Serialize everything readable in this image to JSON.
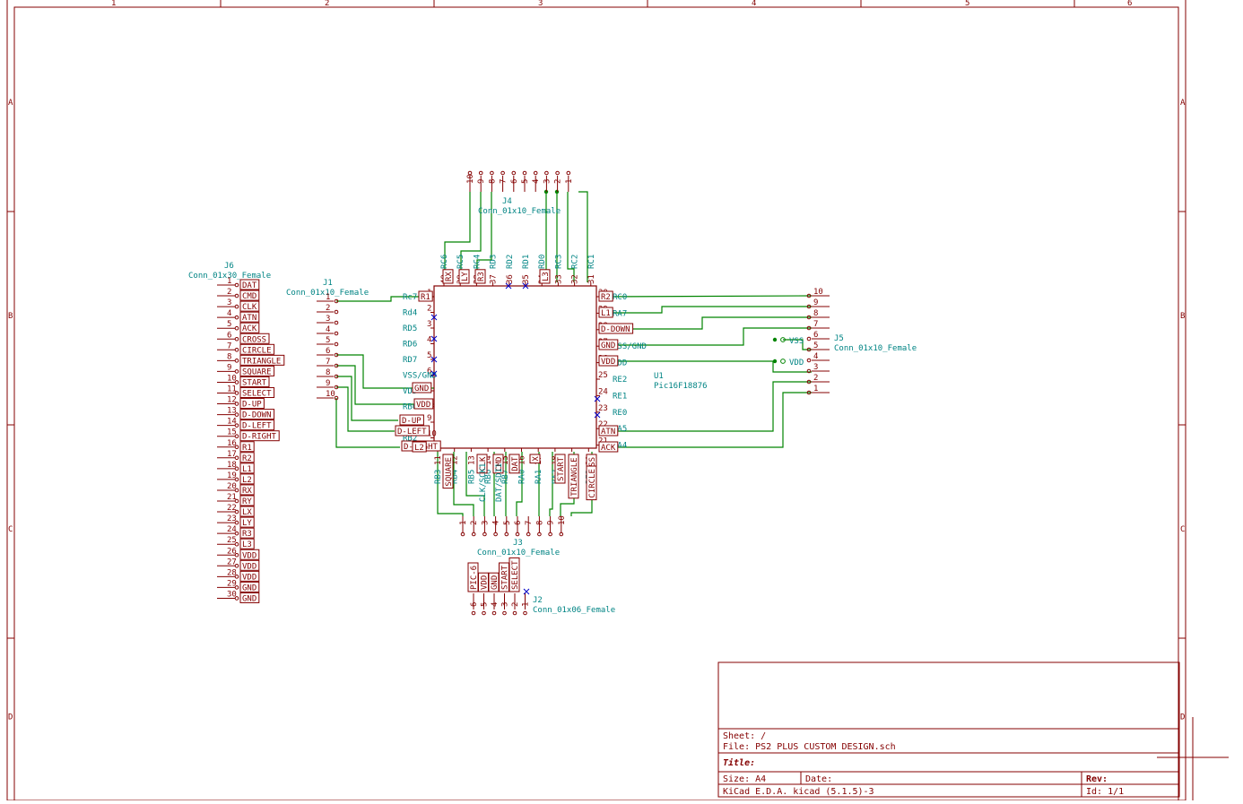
{
  "frame": {
    "col_labels": [
      "1",
      "2",
      "3",
      "4",
      "5",
      "6"
    ],
    "row_labels": [
      "A",
      "B",
      "C",
      "D"
    ]
  },
  "u1": {
    "ref": "U1",
    "value": "Pic16F18876",
    "left_pins": [
      {
        "num": "1",
        "name": "Rc7"
      },
      {
        "num": "2",
        "name": "Rd4"
      },
      {
        "num": "3",
        "name": "RD5"
      },
      {
        "num": "4",
        "name": "RD6"
      },
      {
        "num": "5",
        "name": "RD7"
      },
      {
        "num": "6",
        "name": "VSS/GND"
      },
      {
        "num": "7",
        "name": "VDD"
      },
      {
        "num": "8",
        "name": "RB0"
      },
      {
        "num": "9",
        "name": "RB1"
      },
      {
        "num": "10",
        "name": "RB2"
      }
    ],
    "right_pins": [
      {
        "num": "30",
        "name": "RC0"
      },
      {
        "num": "29",
        "name": "RA7"
      },
      {
        "num": "28",
        "name": "RA6"
      },
      {
        "num": "27",
        "name": "VSS/GND"
      },
      {
        "num": "26",
        "name": "VDD"
      },
      {
        "num": "25",
        "name": "RE2"
      },
      {
        "num": "24",
        "name": "RE1"
      },
      {
        "num": "23",
        "name": "RE0"
      },
      {
        "num": "22",
        "name": "RA5"
      },
      {
        "num": "21",
        "name": "RA4"
      }
    ],
    "top_pins": [
      {
        "num": "40",
        "name": "RC6"
      },
      {
        "num": "39",
        "name": "RC5"
      },
      {
        "num": "38",
        "name": "RC4"
      },
      {
        "num": "37",
        "name": "RD3"
      },
      {
        "num": "36",
        "name": "RD2"
      },
      {
        "num": "35",
        "name": "RD1"
      },
      {
        "num": "34",
        "name": "RD0"
      },
      {
        "num": "33",
        "name": "RC3"
      },
      {
        "num": "32",
        "name": "RC2"
      },
      {
        "num": "31",
        "name": "RC1"
      }
    ],
    "bottom_pins": [
      {
        "num": "11",
        "name": "RB3"
      },
      {
        "num": "12",
        "name": "RB4"
      },
      {
        "num": "13",
        "name": "RB5"
      },
      {
        "num": "14",
        "name": "RB6"
      },
      {
        "num": "15",
        "name": "RB7"
      },
      {
        "num": "16",
        "name": "RA0"
      },
      {
        "num": "17",
        "name": "RA1"
      },
      {
        "num": "18",
        "name": "RA2"
      },
      {
        "num": "19",
        "name": "RA3"
      },
      {
        "num": "20",
        "name": "RE3"
      }
    ]
  },
  "u1_left_labels": [
    "R1",
    "GND",
    "VDD",
    "D-UP",
    "D-LEFT",
    "D-RIGHT",
    "L2"
  ],
  "u1_right_labels": [
    "R2",
    "L1",
    "D-DOWN",
    "GND",
    "VDD",
    "ATN",
    "ACK"
  ],
  "u1_top_labels": [
    "RX",
    "LY",
    "R3",
    "L3"
  ],
  "u1_bottom_labels": [
    "SQUARE",
    "CLK",
    "CMD",
    "DAT",
    "X",
    "START",
    "TRIANGLE",
    "CROSS",
    "CIRCLE"
  ],
  "u1_bottom_net_labels": [
    "CLK/SCK1",
    "DAT/SDI1"
  ],
  "j1": {
    "ref": "J1",
    "value": "Conn_01x10_Female",
    "pins": [
      "1",
      "2",
      "3",
      "4",
      "5",
      "6",
      "7",
      "8",
      "9",
      "10"
    ]
  },
  "j2": {
    "ref": "J2",
    "value": "Conn_01x06_Female",
    "pins": [
      "6",
      "5",
      "4",
      "3",
      "2",
      "1"
    ],
    "labels": [
      "PIC-6",
      "VDD",
      "GND",
      "START",
      "SELECT"
    ]
  },
  "j3": {
    "ref": "J3",
    "value": "Conn_01x10_Female",
    "pins": [
      "1",
      "2",
      "3",
      "4",
      "5",
      "6",
      "7",
      "8",
      "9",
      "10"
    ]
  },
  "j4": {
    "ref": "J4",
    "value": "Conn_01x10_Female",
    "pins": [
      "10",
      "9",
      "8",
      "7",
      "6",
      "5",
      "4",
      "3",
      "2",
      "1"
    ]
  },
  "j5": {
    "ref": "J5",
    "value": "Conn_01x10_Female",
    "pins": [
      "10",
      "9",
      "8",
      "7",
      "6",
      "5",
      "4",
      "3",
      "2",
      "1"
    ],
    "net_labels": [
      "VSS",
      "VDD"
    ]
  },
  "j6": {
    "ref": "J6",
    "value": "Conn_01x30_Female",
    "pins": [
      {
        "num": "1",
        "label": "DAT"
      },
      {
        "num": "2",
        "label": "CMD"
      },
      {
        "num": "3",
        "label": "CLK"
      },
      {
        "num": "4",
        "label": "ATN"
      },
      {
        "num": "5",
        "label": "ACK"
      },
      {
        "num": "6",
        "label": "CROSS"
      },
      {
        "num": "7",
        "label": "CIRCLE"
      },
      {
        "num": "8",
        "label": "TRIANGLE"
      },
      {
        "num": "9",
        "label": "SQUARE"
      },
      {
        "num": "10",
        "label": "START"
      },
      {
        "num": "11",
        "label": "SELECT"
      },
      {
        "num": "12",
        "label": "D-UP"
      },
      {
        "num": "13",
        "label": "D-DOWN"
      },
      {
        "num": "14",
        "label": "D-LEFT"
      },
      {
        "num": "15",
        "label": "D-RIGHT"
      },
      {
        "num": "16",
        "label": "R1"
      },
      {
        "num": "17",
        "label": "R2"
      },
      {
        "num": "18",
        "label": "L1"
      },
      {
        "num": "19",
        "label": "L2"
      },
      {
        "num": "20",
        "label": "RX"
      },
      {
        "num": "21",
        "label": "RY"
      },
      {
        "num": "22",
        "label": "LX"
      },
      {
        "num": "23",
        "label": "LY"
      },
      {
        "num": "24",
        "label": "R3"
      },
      {
        "num": "25",
        "label": "L3"
      },
      {
        "num": "26",
        "label": "VDD"
      },
      {
        "num": "27",
        "label": "VDD"
      },
      {
        "num": "28",
        "label": "VDD"
      },
      {
        "num": "29",
        "label": "GND"
      },
      {
        "num": "30",
        "label": "GND"
      }
    ]
  },
  "title_block": {
    "sheet": "Sheet: /",
    "file": "File: PS2 PLUS CUSTOM DESIGN.sch",
    "title": "Title:",
    "size": "Size: A4",
    "date": "Date:",
    "rev": "Rev:",
    "app": "KiCad E.D.A.  kicad (5.1.5)-3",
    "id": "Id: 1/1"
  },
  "colors": {
    "frame": "#840000",
    "wire": "#008400",
    "text": "#008484",
    "junction": "#008400"
  }
}
